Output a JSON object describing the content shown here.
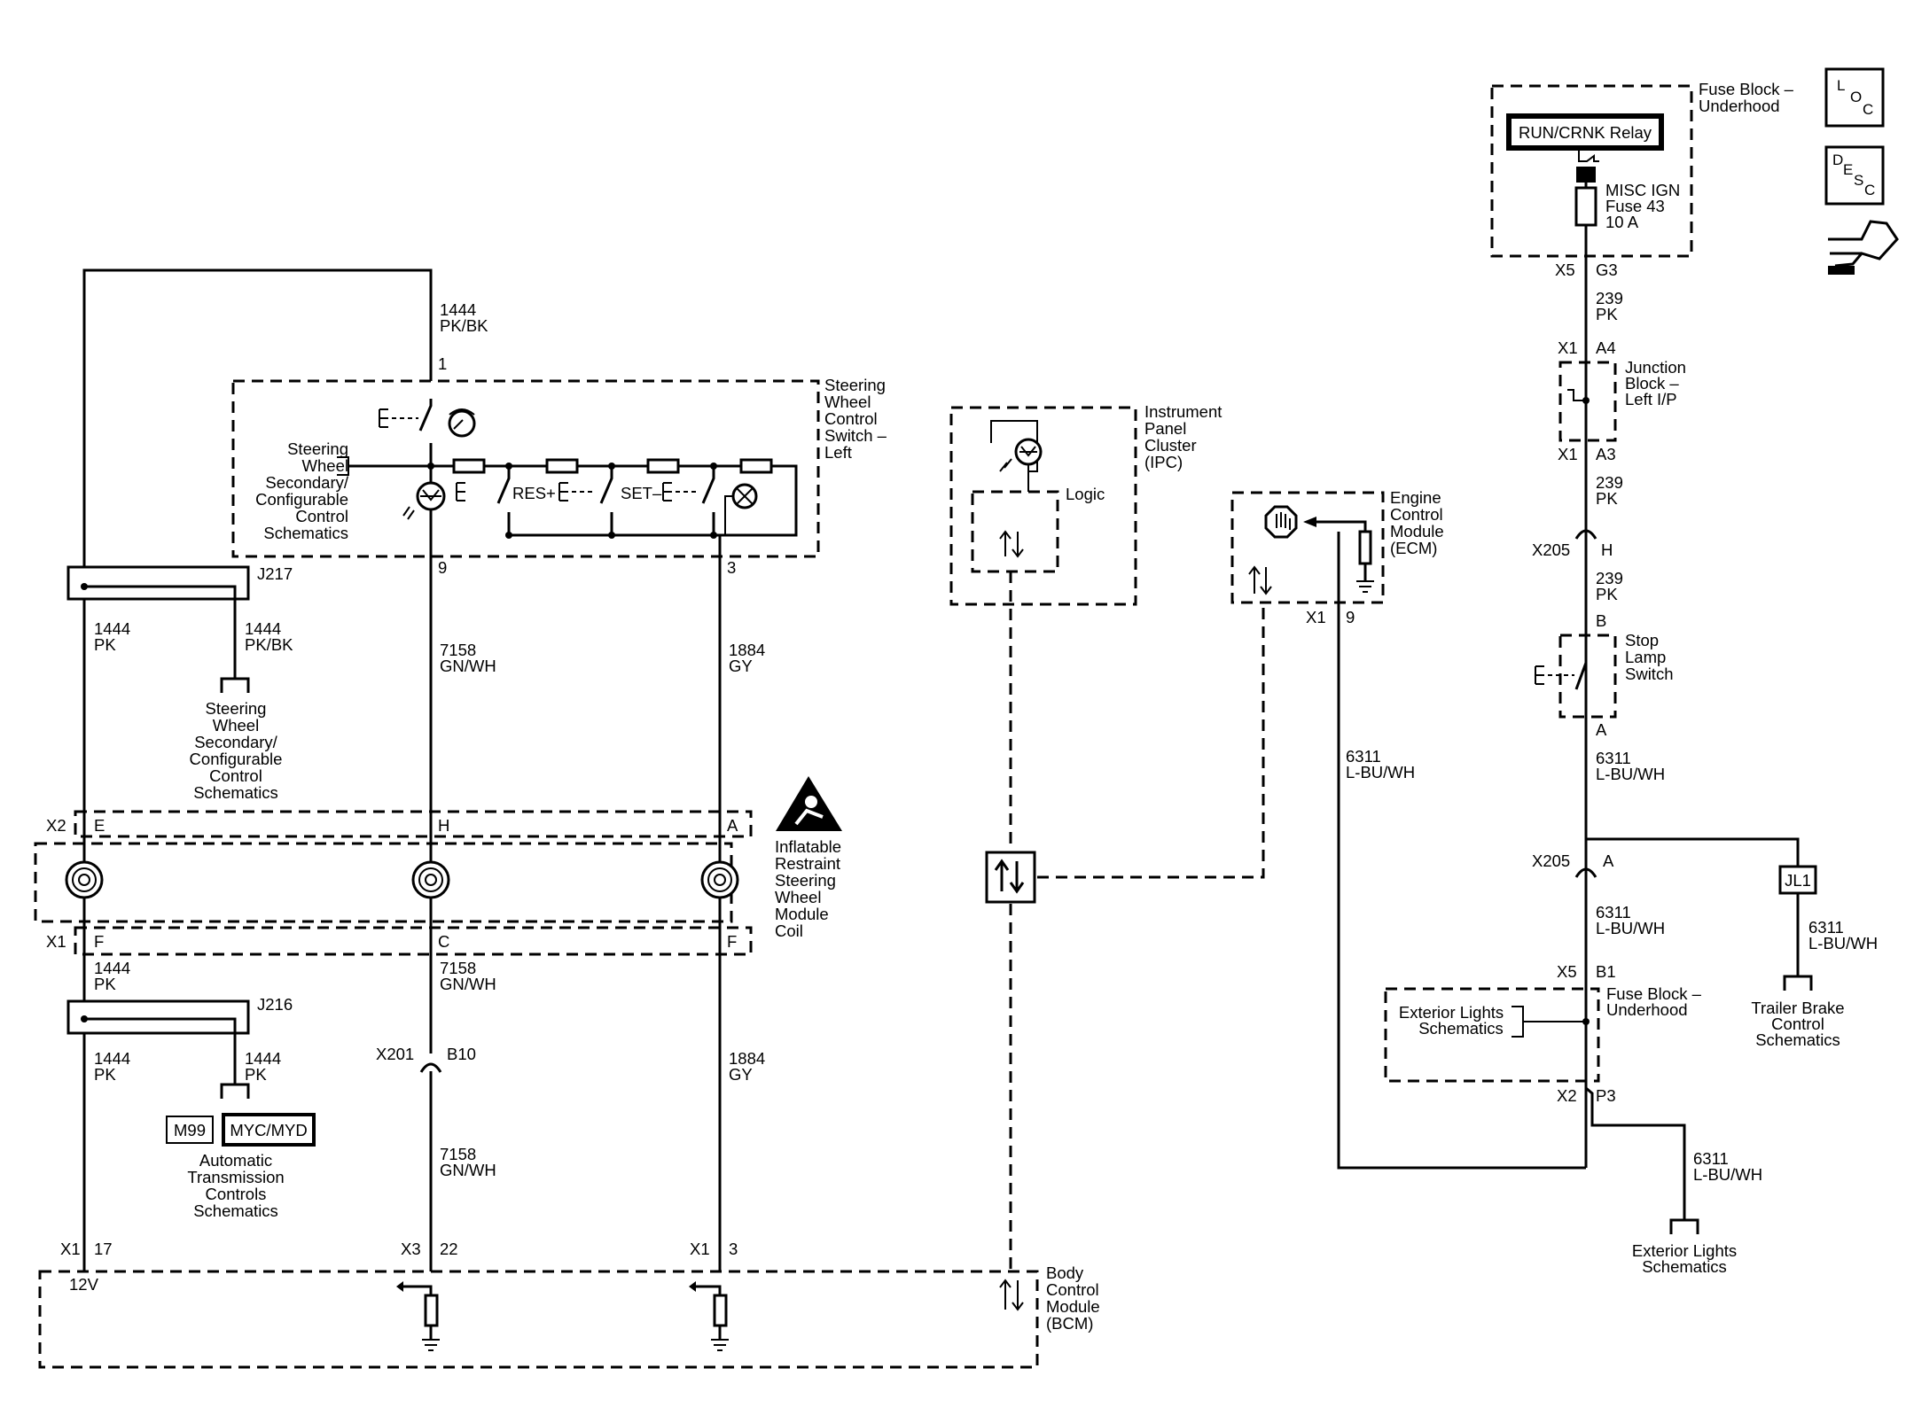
{
  "side_icons": {
    "loc": [
      "L",
      "O",
      "C"
    ],
    "desc": [
      "D",
      "E",
      "S",
      "C"
    ]
  },
  "top_fuse_block": {
    "name": [
      "Fuse Block –",
      "Underhood"
    ],
    "relay": "RUN/CRNK Relay",
    "fuse": [
      "MISC IGN",
      "Fuse 43",
      "10 A"
    ],
    "conn_x5": "X5",
    "pin_g3": "G3",
    "wire1": [
      "239",
      "PK"
    ]
  },
  "junction_block": {
    "name": [
      "Junction",
      "Block –",
      "Left I/P"
    ],
    "conn_top": "X1",
    "pin_top": "A4",
    "conn_bot": "X1",
    "pin_bot": "A3",
    "wire": [
      "239",
      "PK"
    ]
  },
  "x205_top": {
    "conn": "X205",
    "pin": "H",
    "wire": [
      "239",
      "PK"
    ]
  },
  "stop_lamp": {
    "name": [
      "Stop",
      "Lamp",
      "Switch"
    ],
    "pin_b": "B",
    "pin_a": "A",
    "wire": [
      "6311",
      "L-BU/WH"
    ]
  },
  "x205_bottom": {
    "conn": "X205",
    "pin": "A",
    "wire": [
      "6311",
      "L-BU/WH"
    ]
  },
  "jl1": {
    "label": "JL1",
    "wire": [
      "6311",
      "L-BU/WH"
    ],
    "dest": [
      "Trailer Brake",
      "Control",
      "Schematics"
    ]
  },
  "bottom_fuse_block": {
    "name": [
      "Fuse Block –",
      "Underhood"
    ],
    "ref": [
      "Exterior Lights",
      "Schematics"
    ],
    "conn_x5": "X5",
    "pin_b1": "B1",
    "conn_x2": "X2",
    "pin_p3": "P3",
    "wire": [
      "6311",
      "L-BU/WH"
    ],
    "dest": [
      "Exterior Lights",
      "Schematics"
    ]
  },
  "ecm": {
    "name": [
      "Engine",
      "Control",
      "Module",
      "(ECM)"
    ],
    "conn": "X1",
    "pin": "9",
    "wire": [
      "6311",
      "L-BU/WH"
    ]
  },
  "ipc": {
    "name": [
      "Instrument",
      "Panel",
      "Cluster",
      "(IPC)"
    ],
    "logic": "Logic"
  },
  "bcm": {
    "name": [
      "Body",
      "Control",
      "Module",
      "(BCM)"
    ],
    "c1": "X1",
    "p1": "17",
    "v": "12V",
    "c2": "X3",
    "p2": "22",
    "c3": "X1",
    "p3": "3"
  },
  "switch_left": {
    "name": [
      "Steering",
      "Wheel",
      "Control",
      "Switch –",
      "Left"
    ],
    "ref": [
      "Steering",
      "Wheel",
      "Secondary/",
      "Configurable",
      "Control",
      "Schematics"
    ],
    "pin_top": "1",
    "wire_top": [
      "1444",
      "PK/BK"
    ],
    "res": "RES+",
    "set": "SET–",
    "pin9": "9",
    "pin3": "3"
  },
  "j217": {
    "name": "J217",
    "wire_left": [
      "1444",
      "PK"
    ],
    "wire_right": [
      "1444",
      "PK/BK"
    ],
    "dest": [
      "Steering",
      "Wheel",
      "Secondary/",
      "Configurable",
      "Control",
      "Schematics"
    ]
  },
  "wires_mid": {
    "gnwh": [
      "7158",
      "GN/WH"
    ],
    "gy": [
      "1884",
      "GY"
    ]
  },
  "coil": {
    "name": [
      "Inflatable",
      "Restraint",
      "Steering",
      "Wheel",
      "Module",
      "Coil"
    ],
    "x2": "X2",
    "pe": "E",
    "ph": "H",
    "pa": "A",
    "x1": "X1",
    "pf": "F",
    "pc": "C",
    "pf2": "F"
  },
  "below_coil": {
    "w1": [
      "1444",
      "PK"
    ],
    "w2": [
      "7158",
      "GN/WH"
    ]
  },
  "j216": {
    "name": "J216",
    "wire_left": [
      "1444",
      "PK"
    ],
    "wire_right": [
      "1444",
      "PK"
    ],
    "m99": "M99",
    "myc": "MYC/MYD",
    "dest": [
      "Automatic",
      "Transmission",
      "Controls",
      "Schematics"
    ]
  },
  "x201": {
    "conn": "X201",
    "pin": "B10",
    "wire": [
      "7158",
      "GN/WH"
    ]
  },
  "gy_low": [
    "1884",
    "GY"
  ]
}
